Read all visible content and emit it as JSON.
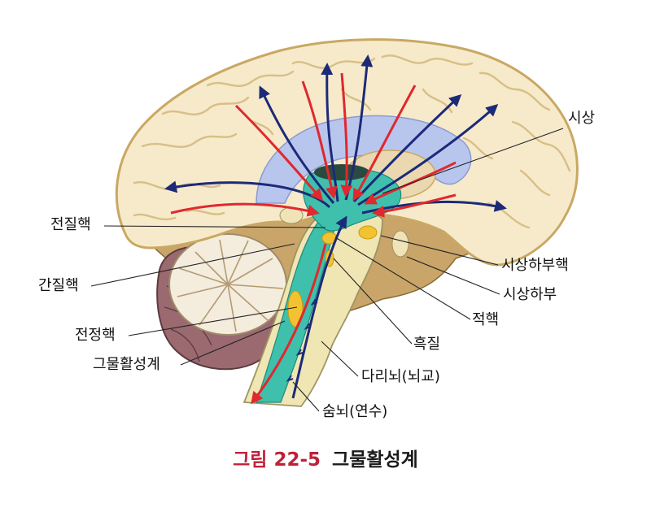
{
  "labels": {
    "thalamus": "시상",
    "vestibulocochlear_nucleus": "전질핵",
    "interstitial_nucleus": "간질핵",
    "vestibular_nucleus": "전정핵",
    "reticular_formation": "그물활성계",
    "subthalamic_nucleus": "시상하부핵",
    "hypothalamus": "시상하부",
    "red_nucleus": "적핵",
    "substantia_nigra": "흑질",
    "pons": "다리뇌(뇌교)",
    "medulla": "숨뇌(연수)"
  },
  "caption": {
    "figure_number": "그림 22-5",
    "title": "그물활성계"
  },
  "colors": {
    "cortex": "#f6eacb",
    "cortex_outline": "#c9a862",
    "subcortical": "#c9a56a",
    "ventricle": "#b8c6ee",
    "brainstem": "#3fc0ad",
    "brainstem_shell": "#efe6b4",
    "nucleus": "#f2c230",
    "cerebellum_white": "#f4ecdd",
    "cerebellum_hemisphere": "#9a6a70",
    "arrow_red": "#e0282e",
    "arrow_blue": "#1c2a78",
    "caption_number": "#c0203a"
  }
}
